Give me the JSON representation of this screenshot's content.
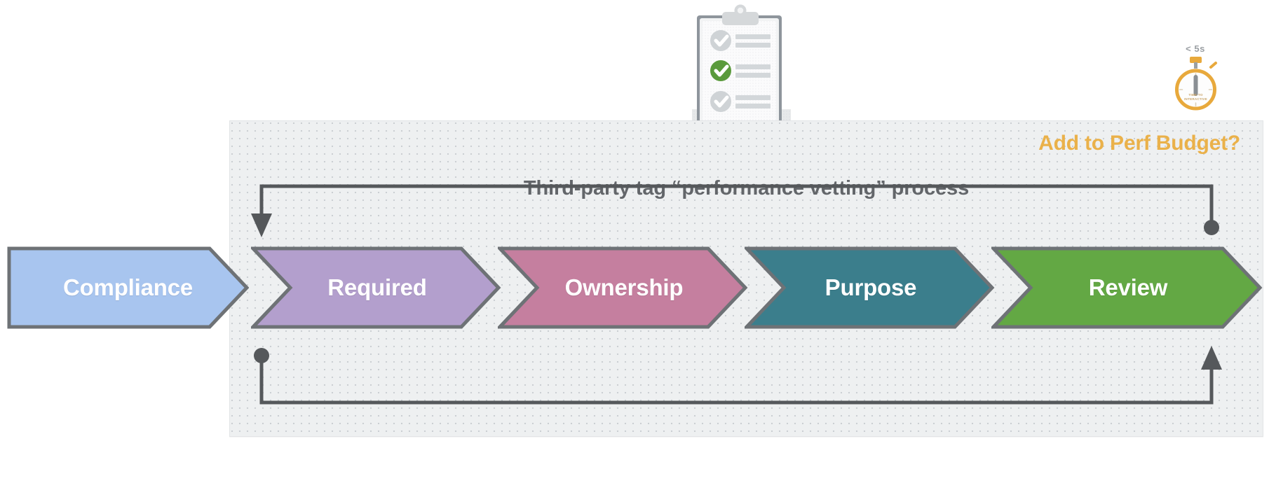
{
  "diagram": {
    "title": "Third-party tag “performance vetting” process",
    "heading": "Add to Perf Budget?",
    "heading_color": "#eab14a",
    "panel_bg": "#eef0f1",
    "line_color": "#55585b"
  },
  "stages": [
    {
      "label": "Compliance",
      "color": "#a8c5ef",
      "border": "#6e7276"
    },
    {
      "label": "Required",
      "color": "#b39fcd",
      "border": "#6e7276"
    },
    {
      "label": "Ownership",
      "color": "#c57f9f",
      "border": "#6e7276"
    },
    {
      "label": "Purpose",
      "color": "#3b7e8c",
      "border": "#6e7276"
    },
    {
      "label": "Review",
      "color": "#63a844",
      "border": "#6e7276"
    }
  ],
  "icons": {
    "clipboard": {
      "name": "clipboard-checklist-icon",
      "checked_color": "#5a9a3c",
      "unchecked_color": "#c9cdd0",
      "items_checked": [
        false,
        true,
        false
      ]
    },
    "stopwatch": {
      "name": "stopwatch-icon",
      "label": "< 5s",
      "face_line_1": "TIME-TO",
      "face_line_2": "INTERACTIVE",
      "color": "#e8a93c"
    }
  },
  "loops": {
    "top": {
      "start": "dot-right",
      "end": "arrow-left-down"
    },
    "bottom": {
      "start": "dot-left",
      "end": "arrow-right-up"
    }
  }
}
